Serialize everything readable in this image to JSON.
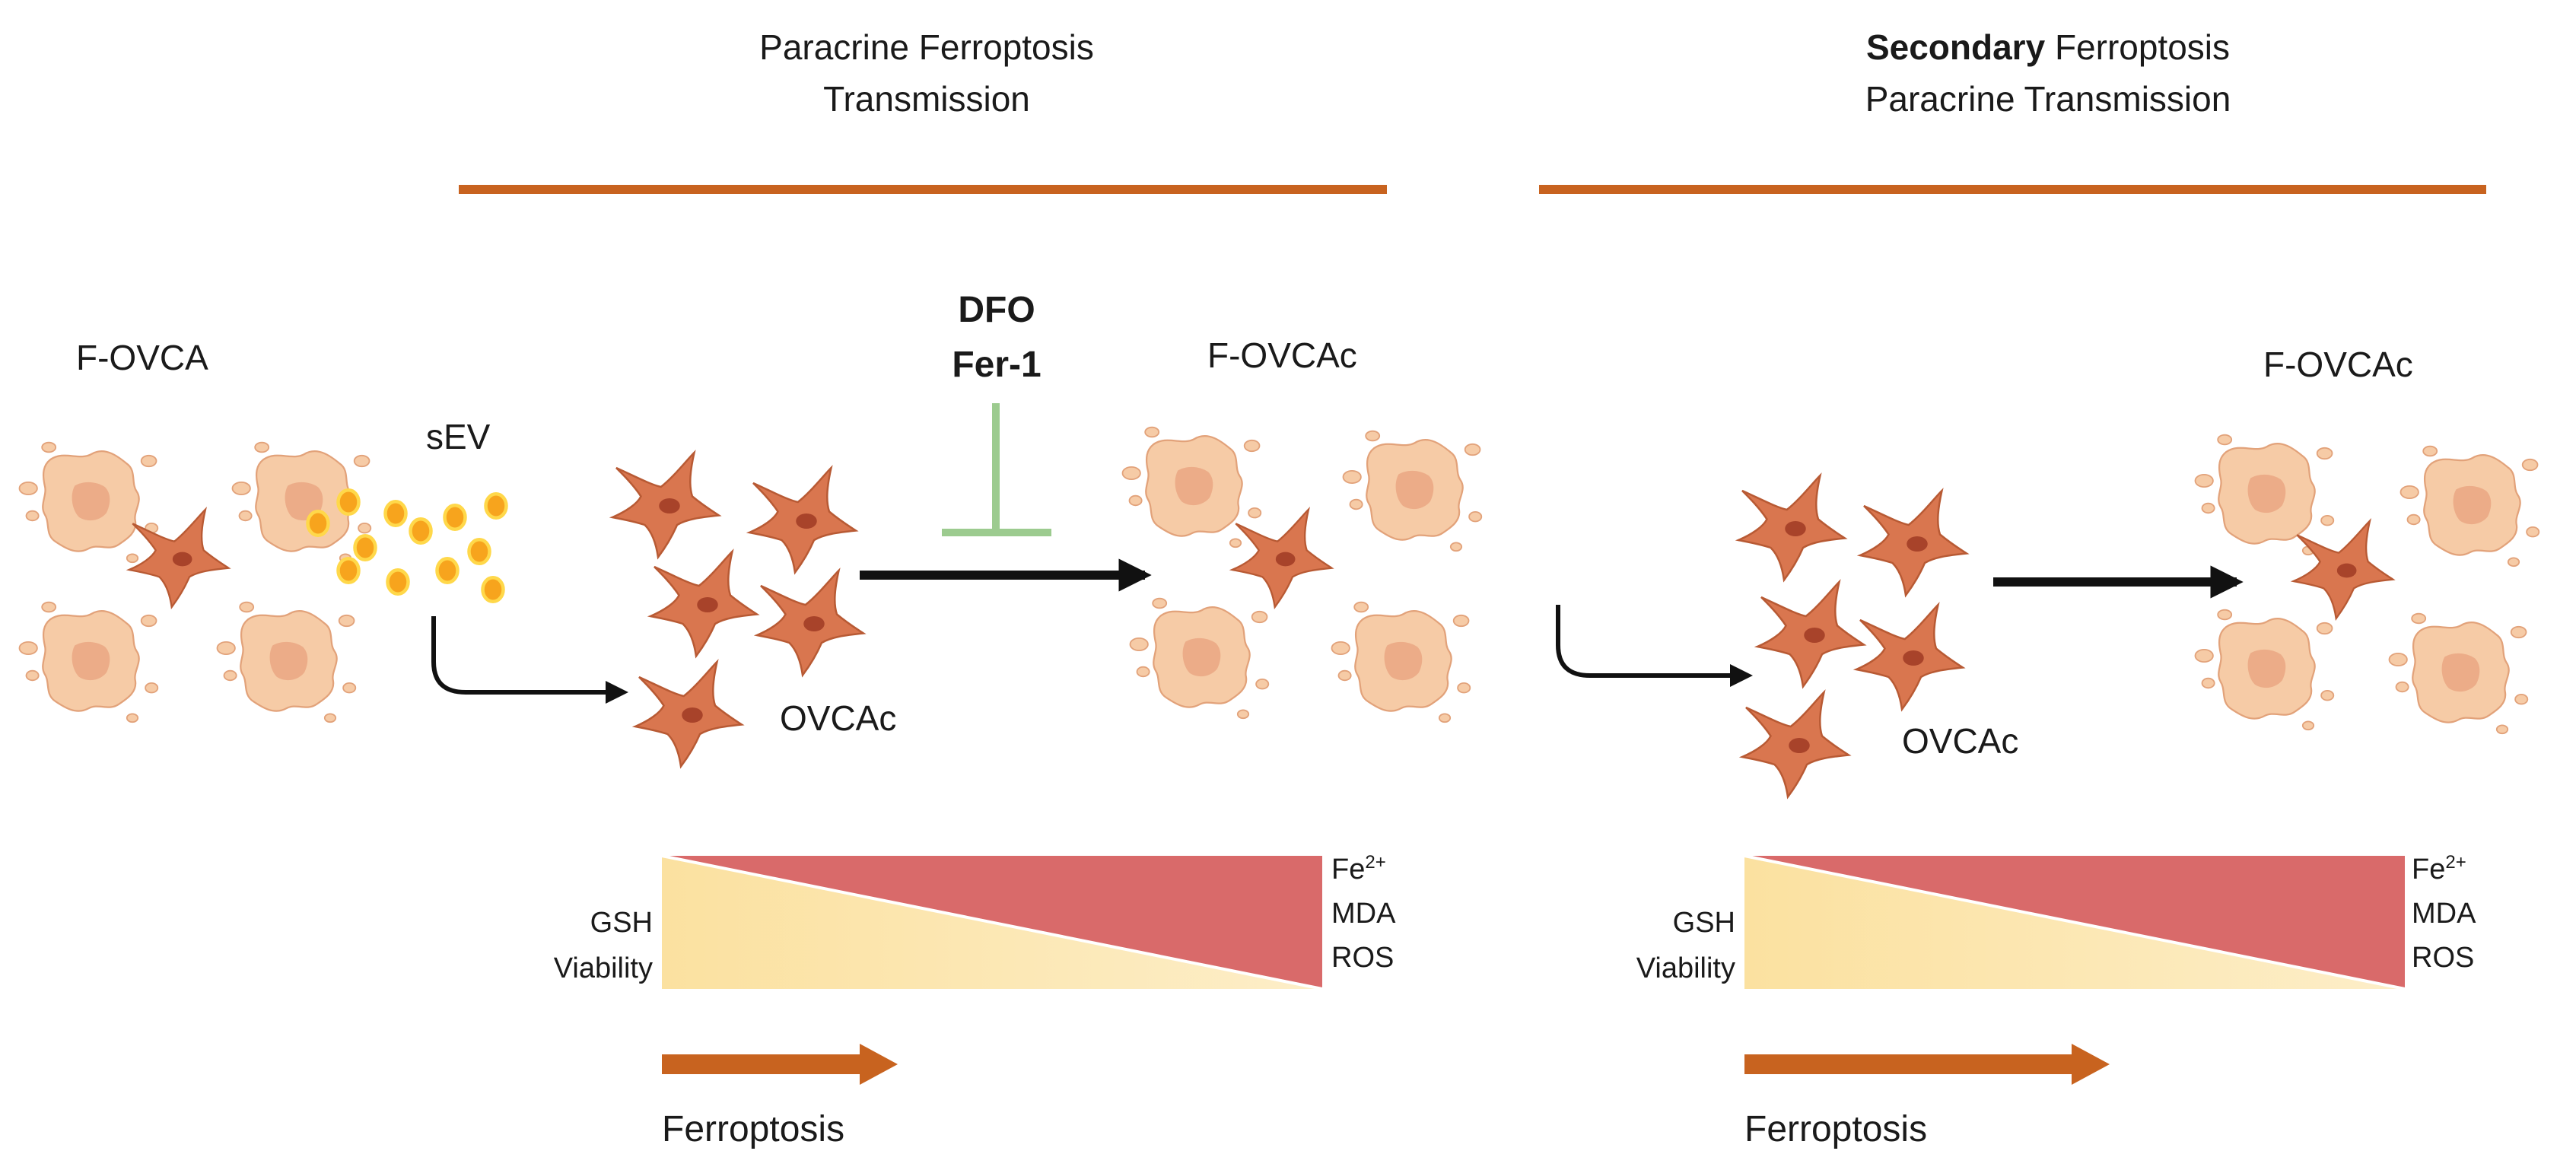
{
  "panel_left": {
    "title_line1": "Paracrine Ferroptosis",
    "title_line2": "Transmission",
    "source_label": "F-OVCA",
    "vesicle_label": "sEV",
    "recipient_label": "OVCAc",
    "inhibitor_line1": "DFO",
    "inhibitor_line2": "Fer-1",
    "result_label": "F-OVCAc",
    "gradient_left_line1": "GSH",
    "gradient_left_line2": "Viability",
    "gradient_right_fe": "Fe",
    "gradient_right_fe_sup": "2+",
    "gradient_right_line2": "MDA",
    "gradient_right_line3": "ROS",
    "process_label": "Ferroptosis"
  },
  "panel_right": {
    "title_bold": "Secondary",
    "title_rest": " Ferroptosis",
    "title_line2": "Paracrine Transmission",
    "recipient_label": "OVCAc",
    "result_label": "F-OVCAc",
    "gradient_left_line1": "GSH",
    "gradient_left_line2": "Viability",
    "gradient_right_fe": "Fe",
    "gradient_right_fe_sup": "2+",
    "gradient_right_line2": "MDA",
    "gradient_right_line3": "ROS",
    "process_label": "Ferroptosis"
  },
  "colors": {
    "accent_orange": "#c8631f",
    "inhibitor_green": "#9ccb8f",
    "gradient_yellow": "#fbe3a2",
    "gradient_red": "#d96a6a",
    "healthy_cell": "#d9764f",
    "ferroptotic_cell": "#f5c9a3",
    "vesicle": "#f7c948"
  }
}
